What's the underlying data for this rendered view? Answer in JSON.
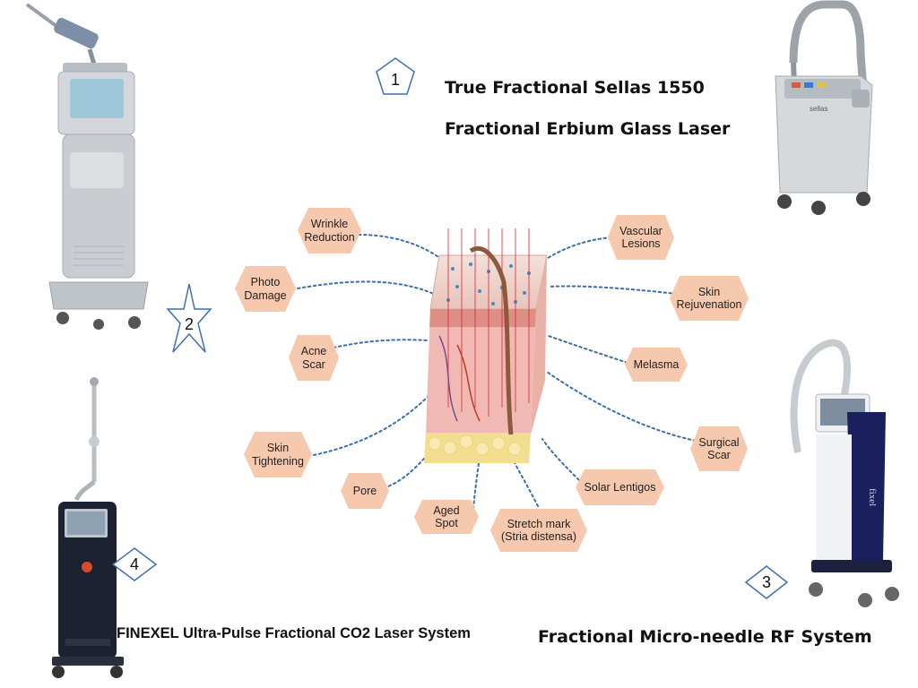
{
  "markers": {
    "m1": "1",
    "m2": "2",
    "m3": "3",
    "m4": "4"
  },
  "captions": {
    "sellas_line1": "True Fractional Sellas 1550",
    "sellas_line2": "Fractional Erbium Glass Laser",
    "finexel": "FINEXEL Ultra-Pulse Fractional CO2 Laser System",
    "rf": "Fractional Micro-needle RF System"
  },
  "indications": {
    "wrinkle": "Wrinkle Reduction",
    "photo": "Photo Damage",
    "acne": "Acne Scar",
    "skin_tight": "Skin Tightening",
    "pore": "Pore",
    "aged": "Aged Spot",
    "stretch": "Stretch mark (Stria distensa)",
    "solar": "Solar Lentigos",
    "surgical": "Surgical Scar",
    "melasma": "Melasma",
    "rejuv": "Skin Rejuvenation",
    "vascular": "Vascular Lesions"
  },
  "colors": {
    "hex_fill": "#f6c8ad",
    "dotted_line": "#3a6ea8",
    "marker_stroke": "#3f6fb0",
    "device_silver": "#c9cdd2",
    "device_dark": "#1d2233",
    "device_navy": "#1a1f5e"
  }
}
